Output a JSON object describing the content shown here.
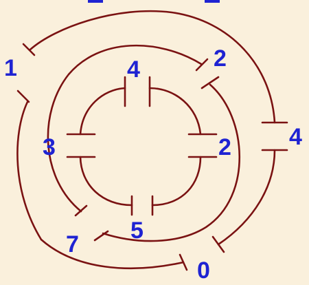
{
  "colors": {
    "background": "#faf0dc",
    "wire": "#7a1212",
    "label": "#1f23d2"
  },
  "outer_ring_labels": [
    "1",
    "4",
    "0"
  ],
  "middle_ring_labels": [
    "2",
    "7"
  ],
  "inner_ring_labels": [
    "4",
    "3",
    "2",
    "5"
  ]
}
